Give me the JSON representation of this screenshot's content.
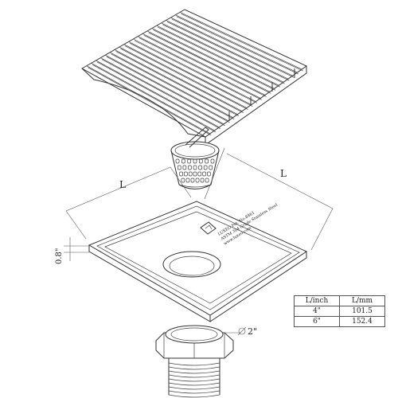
{
  "dimensions": {
    "length_label_left": "L",
    "length_label_right": "L",
    "height_label": "0.8\"",
    "outlet_label": "2\""
  },
  "plate_marking": {
    "lines": [
      "LUXEO Pat. No.8461",
      "ASTM 304 Grade Stainless Steel",
      "www.luxeo.com"
    ]
  },
  "spec_table": {
    "headers": [
      "L/inch",
      "L/mm"
    ],
    "rows": [
      [
        "4\"",
        "101.5"
      ],
      [
        "6\"",
        "152.4"
      ]
    ]
  }
}
